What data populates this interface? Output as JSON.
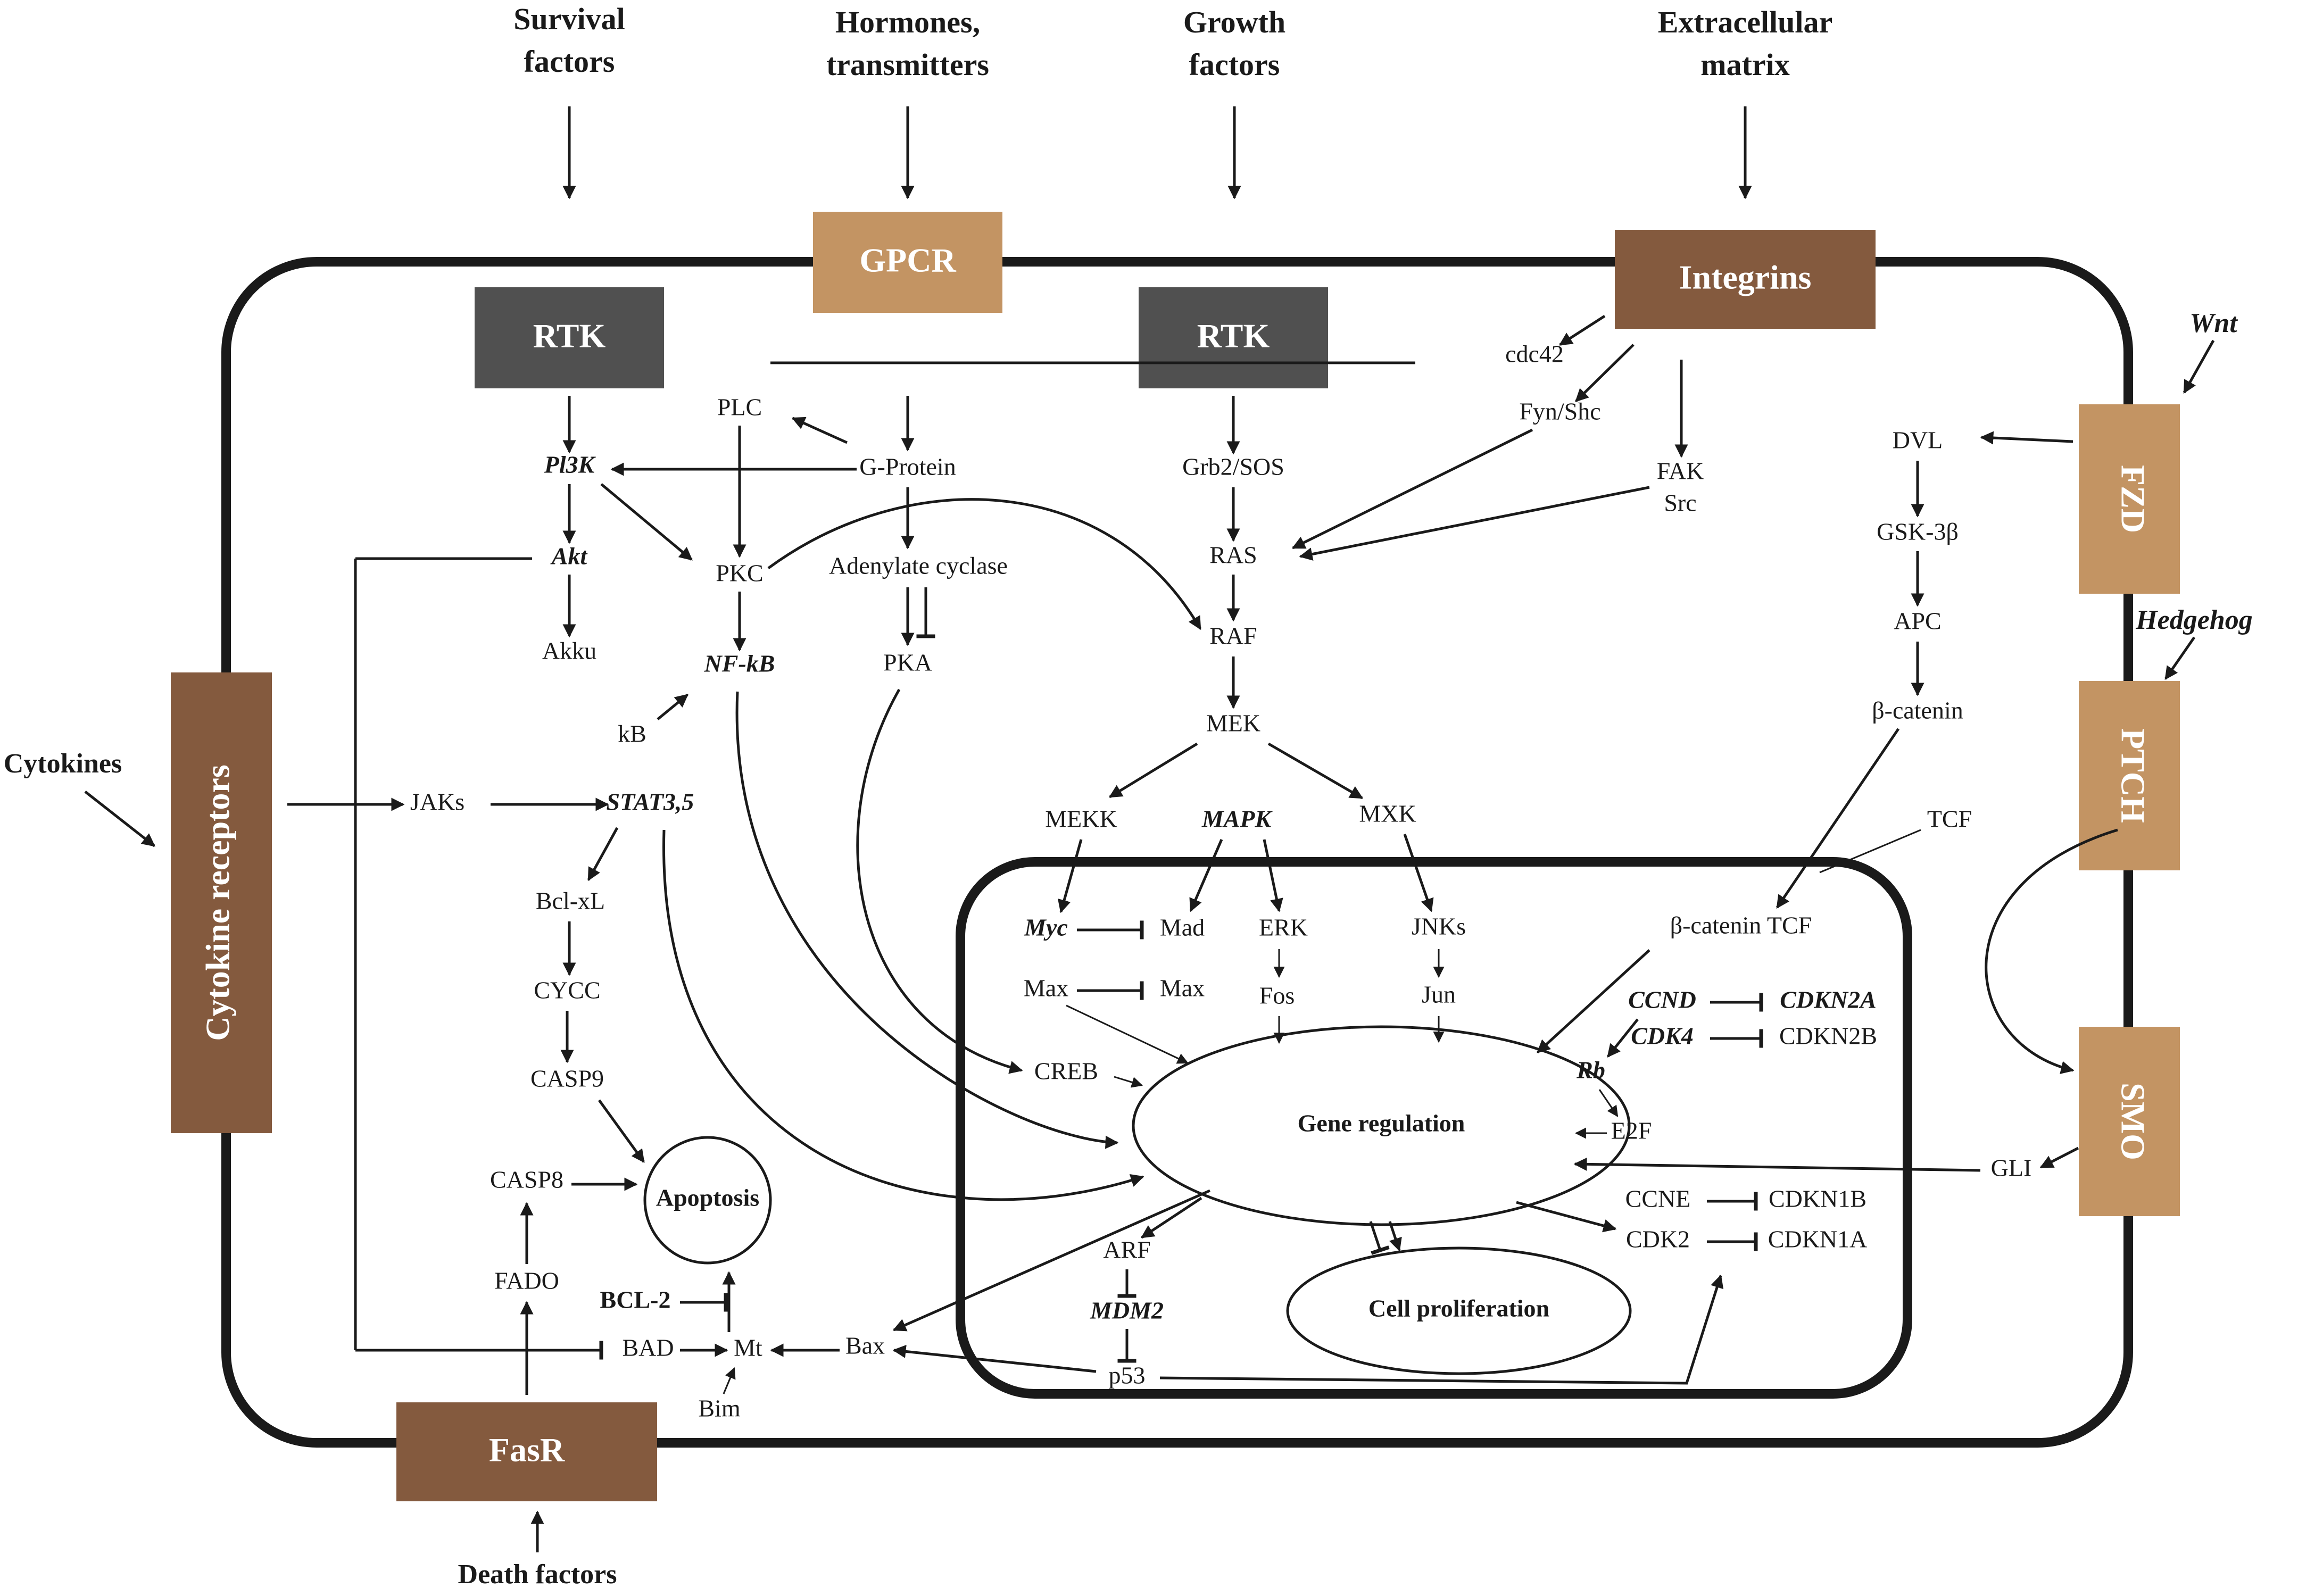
{
  "colors": {
    "dark_brown": "#845a3e",
    "tan": "#c39463",
    "gray": "#505050",
    "line": "#1a1a1a"
  },
  "signals": {
    "survival": "Survival\nfactors",
    "hormones": "Hormones,\ntransmitters",
    "growth": "Growth\nfactors",
    "ecm": "Extracellular\nmatrix",
    "cytokines": "Cytokines",
    "death": "Death factors",
    "wnt": "Wnt",
    "hedgehog": "Hedgehog"
  },
  "receptors": {
    "gpcr": "GPCR",
    "integrins": "Integrins",
    "rtk_left": "RTK",
    "rtk_right": "RTK",
    "cytokine_receptors": "Cytokine receptors",
    "fasr": "FasR",
    "fzd": "FZD",
    "ptch": "PTCH",
    "smo": "SMO"
  },
  "nodes": {
    "pi3k": "Pl3K",
    "akt": "Akt",
    "akku": "Akku",
    "plc": "PLC",
    "pkc": "PKC",
    "g_protein": "G-Protein",
    "adenylate_cyclase": "Adenylate cyclase",
    "pka": "PKA",
    "nfkb": "NF-kB",
    "kb": "kB",
    "jaks": "JAKs",
    "stat": "STAT3,5",
    "bclxl": "Bcl-xL",
    "cycc": "CYCC",
    "casp9": "CASP9",
    "casp8": "CASP8",
    "apoptosis": "Apoptosis",
    "fado": "FADO",
    "bcl2": "BCL-2",
    "bad": "BAD",
    "mt": "Mt",
    "bim": "Bim",
    "bax": "Bax",
    "grb2": "Grb2/SOS",
    "ras": "RAS",
    "raf": "RAF",
    "mek": "MEK",
    "mekk": "MEKK",
    "mapk": "MAPK",
    "mxk": "MXK",
    "cdc42": "cdc42",
    "fynshc": "Fyn/Shc",
    "fak": "FAK",
    "src": "Src",
    "myc": "Myc",
    "mad": "Mad",
    "max1": "Max",
    "max2": "Max",
    "erk": "ERK",
    "fos": "Fos",
    "jnks": "JNKs",
    "jun": "Jun",
    "creb": "CREB",
    "gene_regulation": "Gene regulation",
    "cell_proliferation": "Cell proliferation",
    "arf": "ARF",
    "mdm2": "MDM2",
    "p53": "p53",
    "dvl": "DVL",
    "gsk3b": "GSK-3β",
    "apc": "APC",
    "bcatenin": "β-catenin",
    "tcf": "TCF",
    "bcatenin_tcf": "β-catenin TCF",
    "ccnd": "CCND",
    "cdkn2a": "CDKN2A",
    "cdk4": "CDK4",
    "cdkn2b": "CDKN2B",
    "rb": "Rb",
    "e2f": "E2F",
    "gli": "GLI",
    "ccne": "CCNE",
    "cdkn1b": "CDKN1B",
    "cdk2": "CDK2",
    "cdkn1a": "CDKN1A"
  }
}
